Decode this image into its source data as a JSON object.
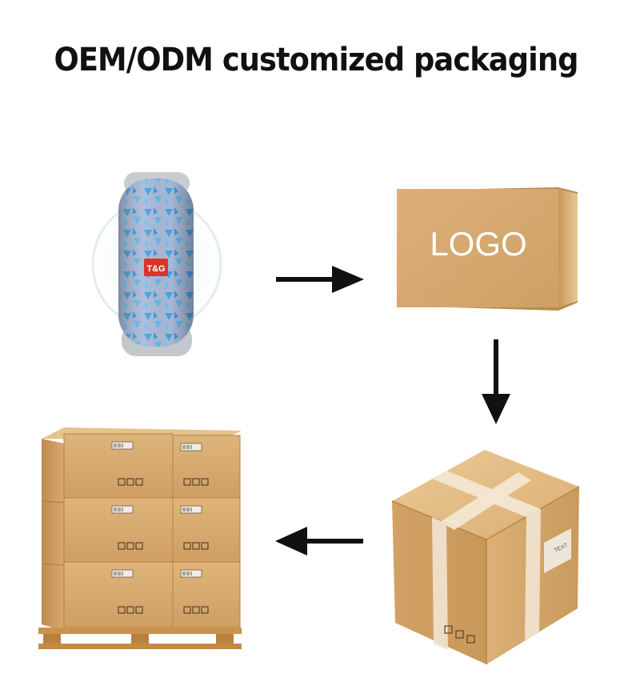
{
  "title": "OEM/ODM customized packaging",
  "speaker": {
    "brand_label": "T&G"
  },
  "retail_box": {
    "label": "LOGO"
  },
  "shipping_carton": {
    "label": "TEXT"
  },
  "colors": {
    "cardboard": "#d7ab70",
    "cardboard_dark": "#b98a4f",
    "cardboard_light": "#e7c48f",
    "speaker_blue": "#8fb4d8",
    "speaker_brand": "#d9352a",
    "arrow": "#111111"
  },
  "steps": [
    {
      "id": "product",
      "icon": "speaker-icon"
    },
    {
      "id": "retail-box",
      "icon": "logo-box-icon"
    },
    {
      "id": "shipping-carton",
      "icon": "taped-carton-icon"
    },
    {
      "id": "pallet",
      "icon": "pallet-stack-icon"
    }
  ]
}
